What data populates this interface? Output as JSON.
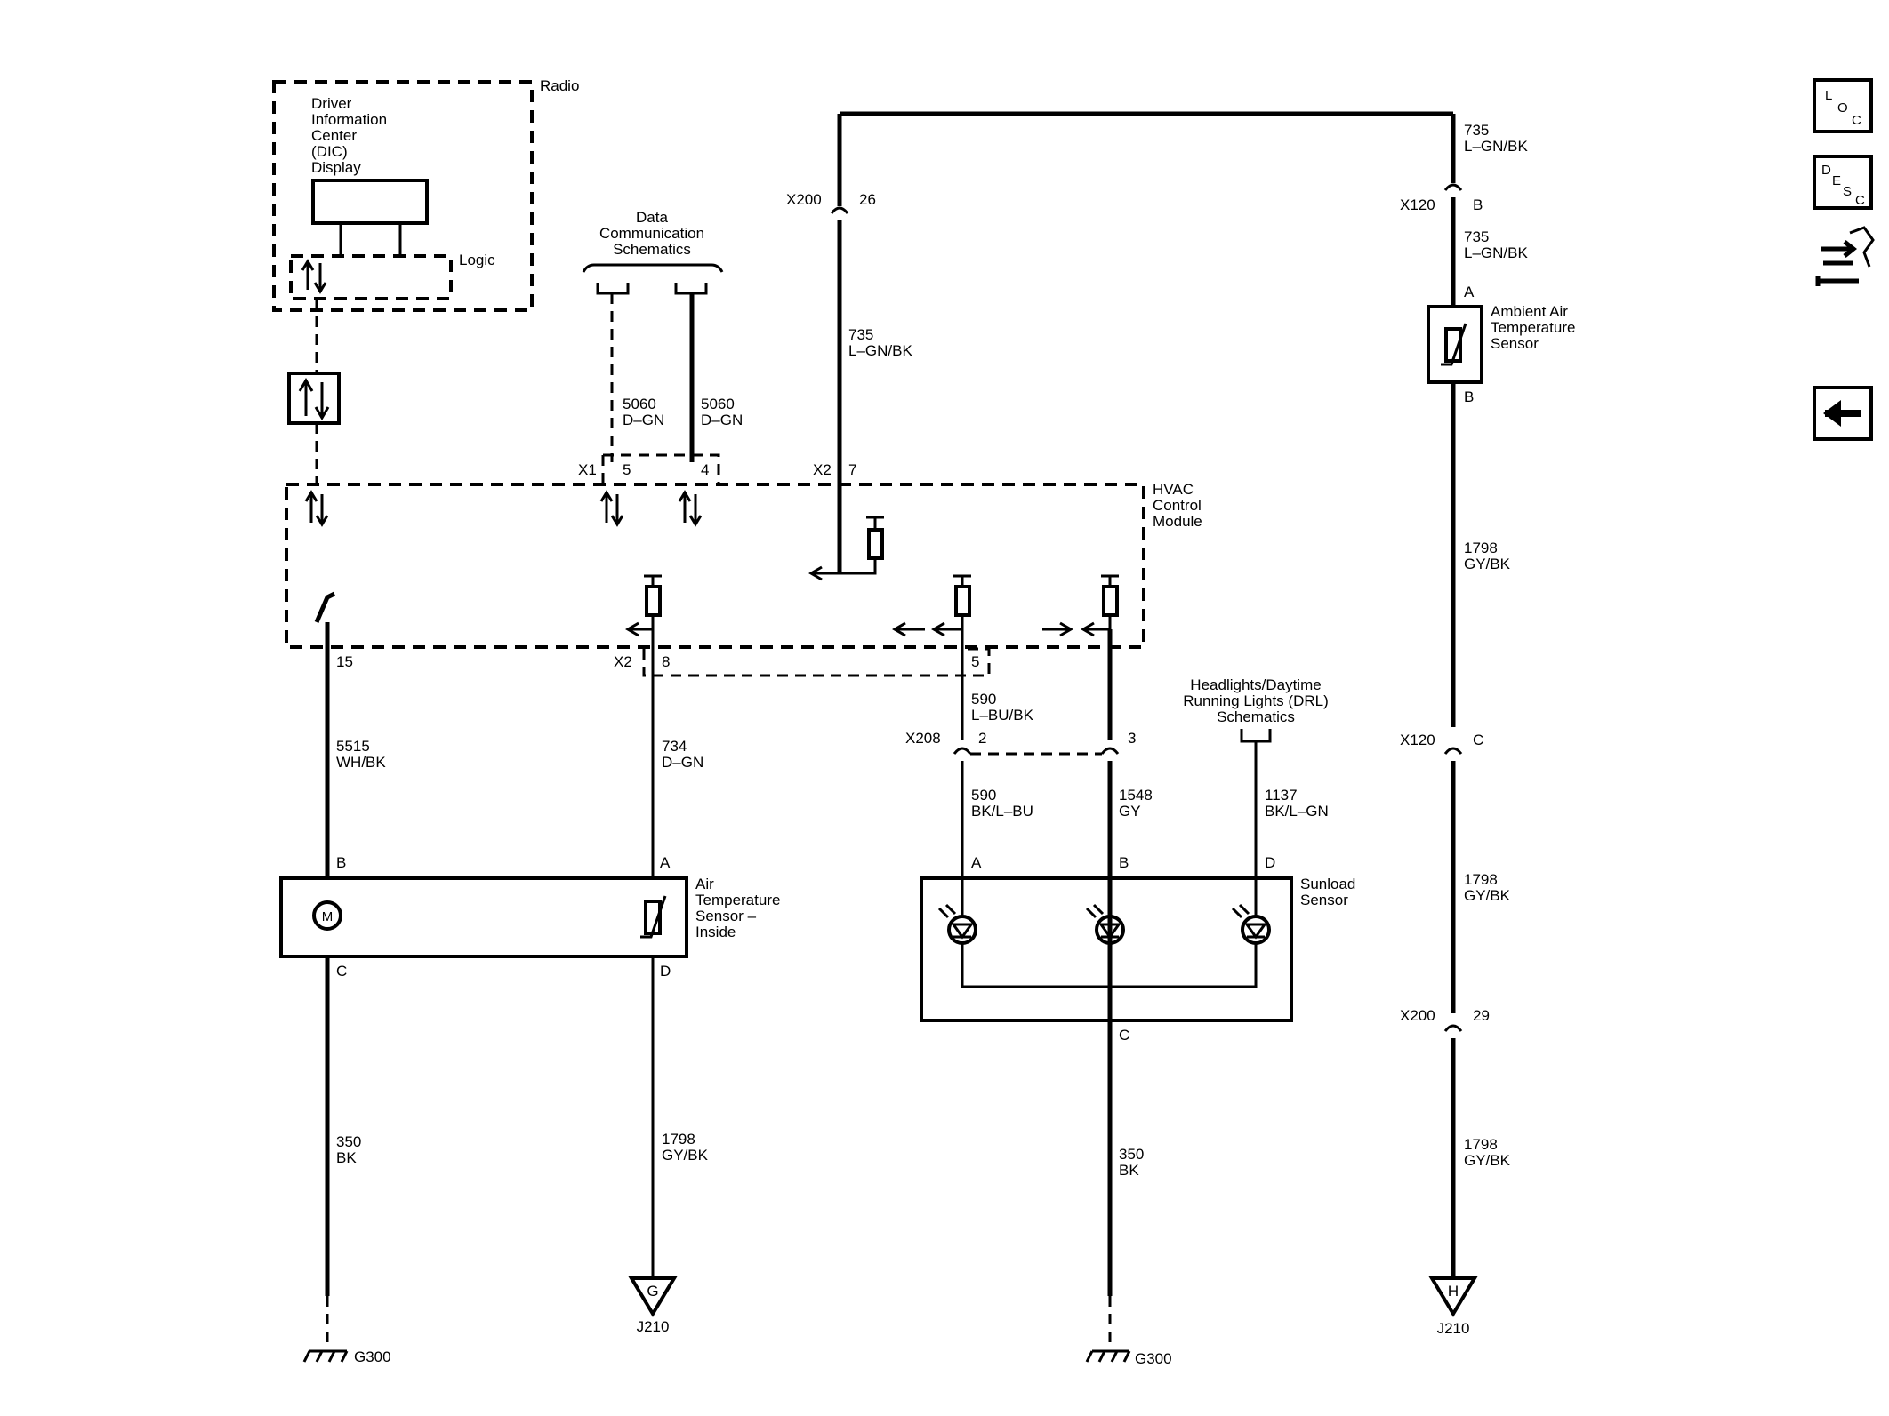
{
  "radio": {
    "label": "Radio",
    "dic_lines": [
      "Driver",
      "Information",
      "Center",
      "(DIC)",
      "Display"
    ],
    "logic": "Logic"
  },
  "data_comm": {
    "lines": [
      "Data",
      "Communication",
      "Schematics"
    ]
  },
  "headlights": {
    "lines": [
      "Headlights/Daytime",
      "Running Lights (DRL)",
      "Schematics"
    ]
  },
  "hvac": {
    "lines": [
      "HVAC",
      "Control",
      "Module"
    ]
  },
  "wires": {
    "w5060_left_num": "5060",
    "w5060_left_col": "D–GN",
    "w5060_right_num": "5060",
    "w5060_right_col": "D–GN",
    "w735_top_num": "735",
    "w735_top_col": "L–GN/BK",
    "w735_mid_num": "735",
    "w735_mid_col": "L–GN/BK",
    "w735_right_top_num": "735",
    "w735_right_top_col": "L–GN/BK",
    "w735_right_2_num": "735",
    "w735_right_2_col": "L–GN/BK",
    "w1798_a_num": "1798",
    "w1798_a_col": "GY/BK",
    "w1798_b_num": "1798",
    "w1798_b_col": "GY/BK",
    "w1798_c_num": "1798",
    "w1798_c_col": "GY/BK",
    "w1798_d_num": "1798",
    "w1798_d_col": "GY/BK",
    "w5515_num": "5515",
    "w5515_col": "WH/BK",
    "w734_num": "734",
    "w734_col": "D–GN",
    "w590_top_num": "590",
    "w590_top_col": "L–BU/BK",
    "w590_bot_num": "590",
    "w590_bot_col": "BK/L–BU",
    "w1548_num": "1548",
    "w1548_col": "GY",
    "w1137_num": "1137",
    "w1137_col": "BK/L–GN",
    "w350_left_num": "350",
    "w350_left_col": "BK",
    "w350_right_num": "350",
    "w350_right_col": "BK"
  },
  "connectors": {
    "x1": "X1",
    "x1_pin5": "5",
    "x1_pin4": "4",
    "x2_top": "X2",
    "x2_pin7": "7",
    "x200_top": "X200",
    "x200_top_pin": "26",
    "x120_b": "X120",
    "x120_b_pin": "B",
    "x2_bot": "X2",
    "x2_pin8": "8",
    "x2_pin5": "5",
    "pin15": "15",
    "x208": "X208",
    "x208_pin2": "2",
    "x208_pin3": "3",
    "x120_c": "X120",
    "x120_c_pin": "C",
    "x200_bot": "X200",
    "x200_bot_pin": "29"
  },
  "sensors": {
    "ambient": {
      "lines": [
        "Ambient Air",
        "Temperature",
        "Sensor"
      ],
      "pin_a": "A",
      "pin_b": "B"
    },
    "air_temp_inside": {
      "lines": [
        "Air",
        "Temperature",
        "Sensor –",
        "Inside"
      ],
      "pin_b": "B",
      "pin_a": "A",
      "pin_c": "C",
      "pin_d": "D",
      "motor": "M"
    },
    "sunload": {
      "lines": [
        "Sunload",
        "Sensor"
      ],
      "pin_a": "A",
      "pin_b": "B",
      "pin_d": "D",
      "pin_c": "C"
    }
  },
  "grounds": {
    "left": "G300",
    "right": "G300"
  },
  "splices": {
    "g_letter": "G",
    "g_label": "J210",
    "h_letter": "H",
    "h_label": "J210"
  },
  "nav": {
    "loc": {
      "l": "L",
      "o": "O",
      "c": "C"
    },
    "desc": {
      "d": "D",
      "e": "E",
      "s": "S",
      "c": "C"
    }
  }
}
